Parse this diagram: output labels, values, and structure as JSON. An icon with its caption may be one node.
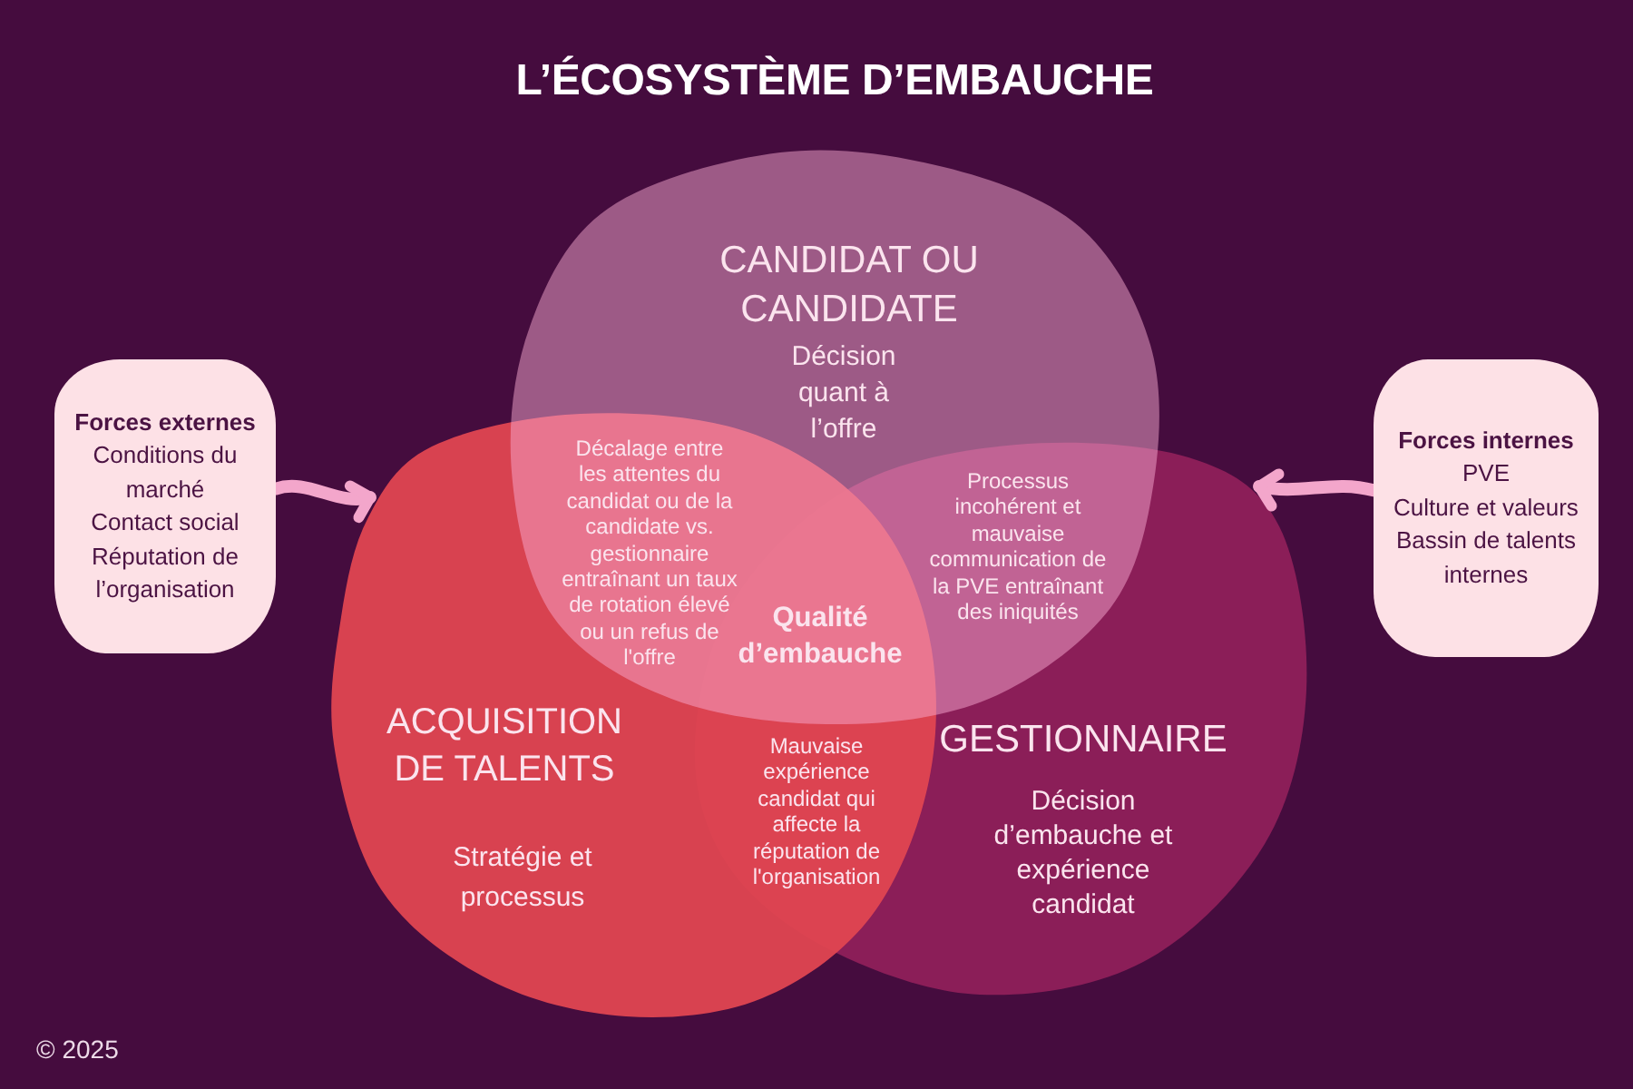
{
  "diagram": {
    "title": "L’ÉCOSYSTÈME D’EMBAUCHE",
    "nodes": [
      {
        "text": [
          "CANDIDAT OU CANDIDATE",
          "Décision quant à l’offre"
        ]
      },
      {
        "text": [
          "Forces externes",
          "Conditions du marché",
          "Contact social",
          "Réputation de l’organisation"
        ]
      },
      {
        "text": [
          "Forces internes",
          "PVE",
          "Culture et valeurs",
          "Bassin de talents internes"
        ]
      },
      {
        "text": [
          "ACQUISITION DE TALENTS",
          "Stratégie et processus"
        ]
      },
      {
        "text": [
          "GESTIONNAIRE",
          "Décision d’embauche et expérience candidat"
        ]
      }
    ],
    "edges": [
      {
        "from": 1,
        "to": 3,
        "arrow": "to"
      },
      {
        "from": 2,
        "to": 4,
        "arrow": "to"
      }
    ],
    "labels": [
      "Décalage entre les attentes du candidat ou de la candidate vs. gestionnaire entraînant un taux de rotation élevé ou un refus de l'offre",
      "Processus incohérent et mauvaise communication de la PVE entraînant des iniquités",
      "Qualité d’embauche",
      "Mauvaise expérience candidat qui affecte la réputation de l'organisation",
      "© 2025"
    ]
  }
}
